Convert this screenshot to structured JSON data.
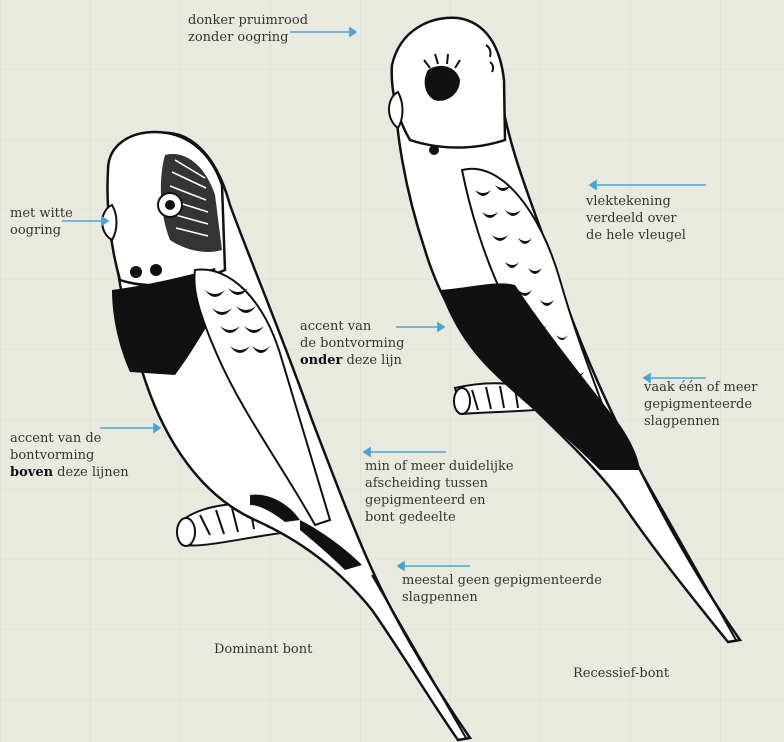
{
  "labels": {
    "top_head_1": "donker pruimrood",
    "top_head_2": "zonder oogring",
    "eye_ring_1": "met witte",
    "eye_ring_2": "oogring",
    "spots_1": "vlektekening",
    "spots_2": "verdeeld over",
    "spots_3": "de hele vleugel",
    "accent_under_1": "accent van",
    "accent_under_2": "de bontvorming",
    "accent_under_3_bold": "onder",
    "accent_under_3_rest": " deze lijn",
    "flight_pig_1": "vaak één of meer",
    "flight_pig_2": "gepigmenteerde",
    "flight_pig_3": "slagpennen",
    "accent_above_1": "accent van de",
    "accent_above_2": "bontvorming",
    "accent_above_3_bold": "boven",
    "accent_above_3_rest": " deze lijnen",
    "separation_1": "min of meer duidelijke",
    "separation_2": "afscheiding tussen",
    "separation_3": "gepigmenteerd en",
    "separation_4": "bont gedeelte",
    "no_pig_1": "meestal geen gepigmenteerde",
    "no_pig_2": "slagpennen"
  },
  "captions": {
    "dominant": "Dominant bont",
    "recessive": "Recessief-bont"
  },
  "colors": {
    "arrow": "#4aa3d6",
    "ink": "#111111",
    "paper": "#e8eae0"
  }
}
